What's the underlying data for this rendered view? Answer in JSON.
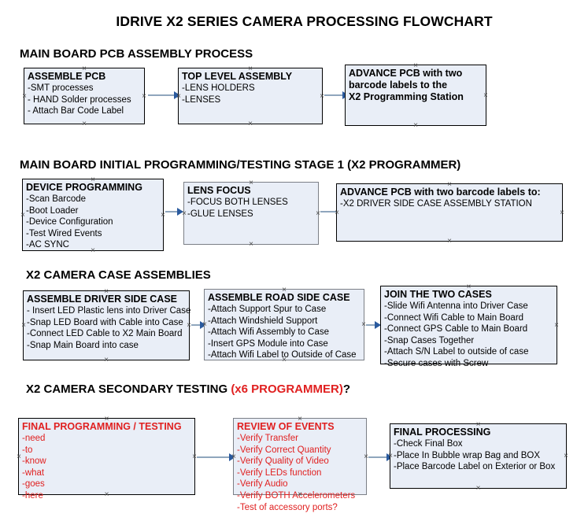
{
  "document": {
    "title": "IDRIVE X2  SERIES CAMERA PROCESSING FLOWCHART"
  },
  "colors": {
    "box_fill": "#e9eef7",
    "box_border": "#000000",
    "box_border_gray": "#7b7f86",
    "red_text": "#e02020",
    "connector_line": "#8fa6bd",
    "connector_head": "#2a5a9e",
    "background": "#ffffff"
  },
  "sections": [
    {
      "id": "main-board-pcb-assembly",
      "heading": "MAIN BOARD PCB ASSEMBLY PROCESS",
      "heading_suffix": "",
      "boxes": [
        {
          "id": "assemble-pcb",
          "title": "ASSEMBLE PCB",
          "lines": [
            "-SMT processes",
            "- HAND Solder processes",
            "- Attach Bar Code Label"
          ]
        },
        {
          "id": "top-level-assembly",
          "title": "TOP LEVEL ASSEMBLY",
          "lines": [
            "-LENS HOLDERS",
            "-LENSES"
          ]
        },
        {
          "id": "advance-pcb-to-x2-programming-station",
          "title": "ADVANCE PCB with two",
          "lines": [
            "barcode labels to the",
            " X2 Programming Station"
          ]
        }
      ]
    },
    {
      "id": "main-board-initial-programming",
      "heading": "MAIN BOARD INITIAL PROGRAMMING/TESTING STAGE 1 (X2 PROGRAMMER)",
      "heading_suffix": "",
      "boxes": [
        {
          "id": "device-programming",
          "title": "DEVICE PROGRAMMING",
          "lines": [
            "-Scan Barcode",
            "-Boot Loader",
            "-Device Configuration",
            "-Test Wired Events",
            "-AC SYNC"
          ]
        },
        {
          "id": "lens-focus",
          "title": "LENS FOCUS",
          "lines": [
            "-FOCUS BOTH LENSES",
            "-GLUE LENSES"
          ]
        },
        {
          "id": "advance-pcb-to-driver-side-case",
          "title": "ADVANCE PCB with two barcode labels to:",
          "lines": [
            "-X2 DRIVER  SIDE  CASE  ASSEMBLY STATION"
          ]
        }
      ]
    },
    {
      "id": "x2-camera-case-assemblies",
      "heading": "X2 CAMERA CASE ASSEMBLIES",
      "heading_suffix": "",
      "boxes": [
        {
          "id": "assemble-driver-side-case",
          "title": "ASSEMBLE DRIVER SIDE CASE",
          "lines": [
            "- Insert LED Plastic lens into Driver Case",
            "-Snap LED Board with Cable into Case",
            "-Connect LED Cable to X2 Main Board",
            "-Snap Main Board into case"
          ]
        },
        {
          "id": "assemble-road-side-case",
          "title": "ASSEMBLE ROAD SIDE CASE",
          "lines": [
            "-Attach Support Spur to Case",
            "-Attach Windshield Support",
            "-Attach Wifi Assembly to Case",
            "-Insert GPS Module into Case",
            "-Attach Wifi Label to Outside of Case"
          ]
        },
        {
          "id": "join-the-two-cases",
          "title": "JOIN THE TWO CASES",
          "lines": [
            "-Slide Wifi Antenna into Driver Case",
            "-Connect Wifi Cable to Main Board",
            "-Connect GPS Cable to Main Board",
            "-Snap Cases Together",
            "-Attach S/N Label to outside of case",
            "-Secure cases with Screw"
          ]
        }
      ]
    },
    {
      "id": "x2-camera-secondary-testing",
      "heading": "X2 CAMERA SECONDARY TESTING ",
      "heading_suffix": "(x6 PROGRAMMER)",
      "heading_tail": "?",
      "boxes": [
        {
          "id": "final-programming-testing",
          "title": "FINAL PROGRAMMING / TESTING",
          "lines": [
            "-need",
            "-to",
            "-know",
            "-what",
            "-goes",
            "-here"
          ]
        },
        {
          "id": "review-of-events",
          "title": "REVIEW OF EVENTS",
          "lines": [
            "-Verify Transfer",
            "-Verify Correct Quantity",
            "-Verify Quality of Video",
            "-Verify LEDs function",
            "-Verify Audio",
            "-Verify BOTH Accelerometers",
            "-Test of accessory ports?"
          ]
        },
        {
          "id": "final-processing",
          "title": "FINAL PROCESSING",
          "lines": [
            " -Check Final Box",
            "-Place In Bubble wrap Bag and BOX",
            "-Place Barcode Label on Exterior or Box"
          ]
        }
      ]
    }
  ]
}
